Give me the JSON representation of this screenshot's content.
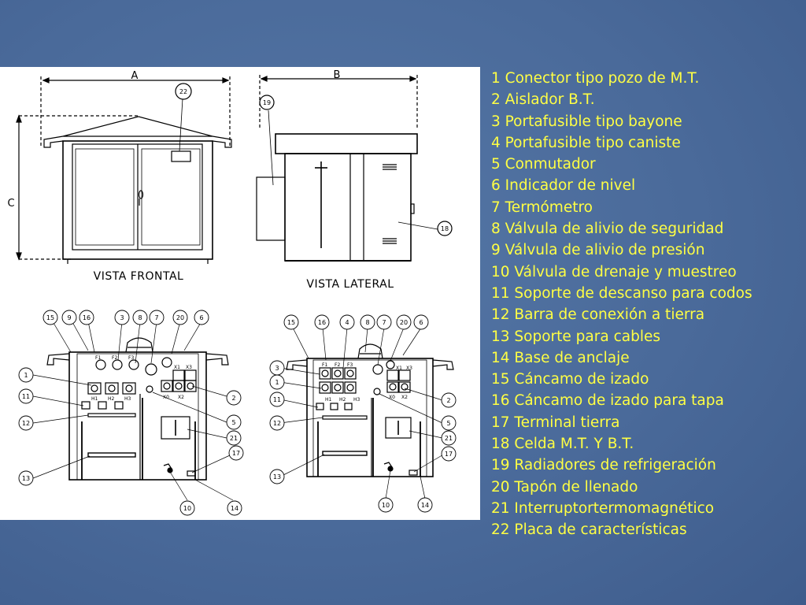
{
  "diagram": {
    "views": {
      "front": "VISTA FRONTAL",
      "side": "VISTA LATERAL"
    },
    "dimensions": {
      "a": "A",
      "b": "B",
      "c": "C"
    },
    "terminal_labels": {
      "f1": "F1",
      "f2": "F2",
      "f3": "F3",
      "h1": "H1",
      "h2": "H2",
      "h3": "H3",
      "x0": "X0",
      "x1": "X1",
      "x2": "X2",
      "x3": "X3"
    },
    "callouts": {
      "n1": "1",
      "n2": "2",
      "n3": "3",
      "n4": "4",
      "n5": "5",
      "n6": "6",
      "n7": "7",
      "n8": "8",
      "n9": "9",
      "n10": "10",
      "n11": "11",
      "n12": "12",
      "n13": "13",
      "n14": "14",
      "n15": "15",
      "n16": "16",
      "n17": "17",
      "n18": "18",
      "n19": "19",
      "n20": "20",
      "n21": "21",
      "n22": "22"
    }
  },
  "legend": [
    "1 Conector tipo pozo de M.T.",
    "2 Aislador B.T.",
    "3 Portafusible tipo bayone",
    "4 Portafusible tipo caniste",
    "5 Conmutador",
    "6 Indicador de nivel",
    "7 Termómetro",
    "8 Válvula de alivio de seguridad",
    "9 Válvula de alivio de presión",
    "10 Válvula de drenaje y muestreo",
    "11 Soporte de descanso para codos",
    "12 Barra de conexión a tierra",
    "13 Soporte para cables",
    "14 Base de anclaje",
    "15 Cáncamo de izado",
    "16 Cáncamo de izado para tapa",
    "17 Terminal tierra",
    "18 Celda M.T. Y B.T.",
    "19 Radiadores de refrigeración",
    "20 Tapón de llenado",
    "21 Interruptortermomagnético",
    "22 Placa de características"
  ]
}
